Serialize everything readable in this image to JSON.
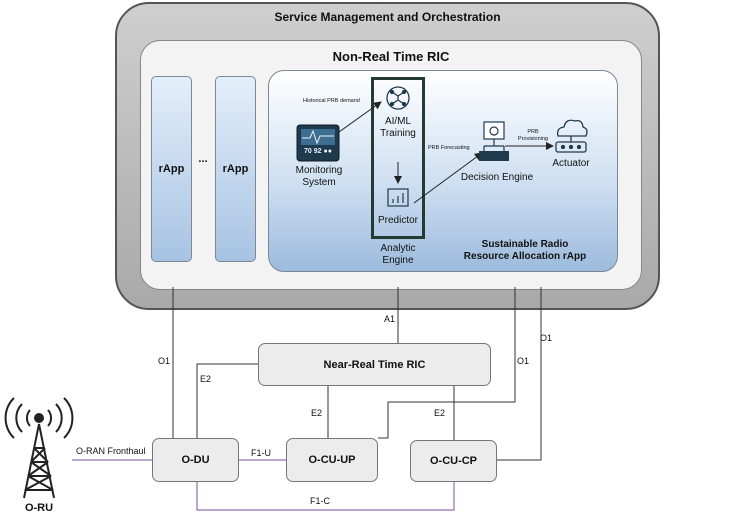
{
  "smo": {
    "title": "Service Management and Orchestration"
  },
  "ric": {
    "title": "Non-Real Time RIC"
  },
  "rapps": {
    "left": "rApp",
    "ellipsis": "...",
    "right": "rApp"
  },
  "sustainable": {
    "title_line1": "Sustainable Radio",
    "title_line2": "Resource Allocation rApp"
  },
  "monitoring": {
    "line1": "Monitoring",
    "line2": "System",
    "screen_text": "70 92 ●●"
  },
  "historical": {
    "label": "Historical PRB demand"
  },
  "aiml": {
    "line1": "AI/ML",
    "line2": "Training"
  },
  "predictor": {
    "label": "Predictor"
  },
  "analytic": {
    "line1": "Analytic",
    "line2": "Engine"
  },
  "forecasting": {
    "label": "PRB Forecasting"
  },
  "decision": {
    "label": "Decision Engine"
  },
  "provisioning": {
    "line1": "PRB",
    "line2": "Provisioning"
  },
  "actuator": {
    "label": "Actuator"
  },
  "near_ric": {
    "label": "Near-Real Time RIC"
  },
  "odu": {
    "label": "O-DU"
  },
  "ocuup": {
    "label": "O-CU-UP"
  },
  "ocucp": {
    "label": "O-CU-CP"
  },
  "oru": {
    "label": "O-RU"
  },
  "interfaces": {
    "a1": "A1",
    "o1_left": "O1",
    "o1_mid": "O1",
    "o1_right": "O1",
    "e2_du": "E2",
    "e2_up": "E2",
    "e2_cp": "E2",
    "fronthaul": "O-RAN Fronthaul",
    "f1u": "F1-U",
    "f1c": "F1-C"
  }
}
